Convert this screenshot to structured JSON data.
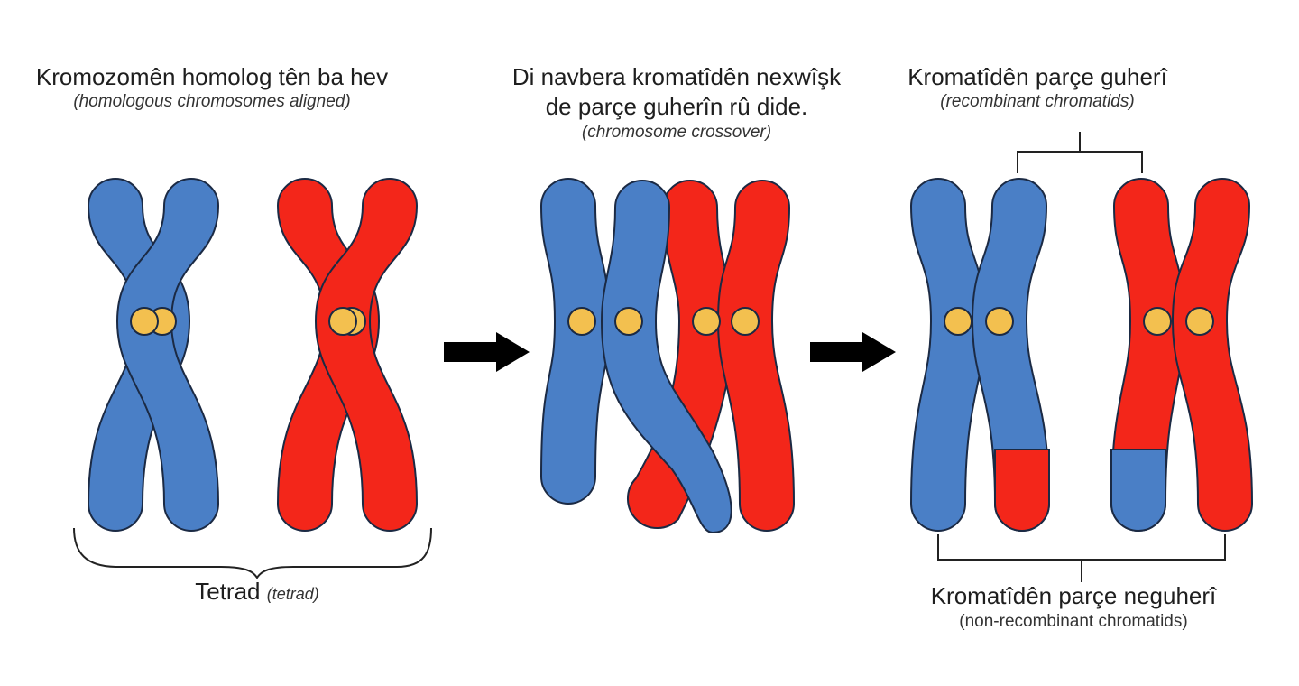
{
  "colors": {
    "maternal": "#4a7fc6",
    "paternal": "#f3261a",
    "centromere": "#f3c04f",
    "outline": "#1b2a44",
    "line": "#222222",
    "arrow": "#000000"
  },
  "panel1": {
    "title": "Kromozomên homolog tên ba hev",
    "subtitle": "(homologous chromosomes aligned)",
    "bracket_label": "Tetrad",
    "bracket_sublabel": "(tetrad)"
  },
  "panel2": {
    "title_line1": "Di navbera kromatîdên nexwîşk",
    "title_line2": "de parçe guherîn rû dide.",
    "subtitle": "(chromosome crossover)"
  },
  "panel3": {
    "title": "Kromatîdên parçe guherî",
    "subtitle": "(recombinant chromatids)",
    "bottom_label": "Kromatîdên parçe neguherî",
    "bottom_sublabel": "(non-recombinant chromatids)"
  },
  "icons": {
    "arrow1": "right-arrow-icon",
    "arrow2": "right-arrow-icon"
  }
}
